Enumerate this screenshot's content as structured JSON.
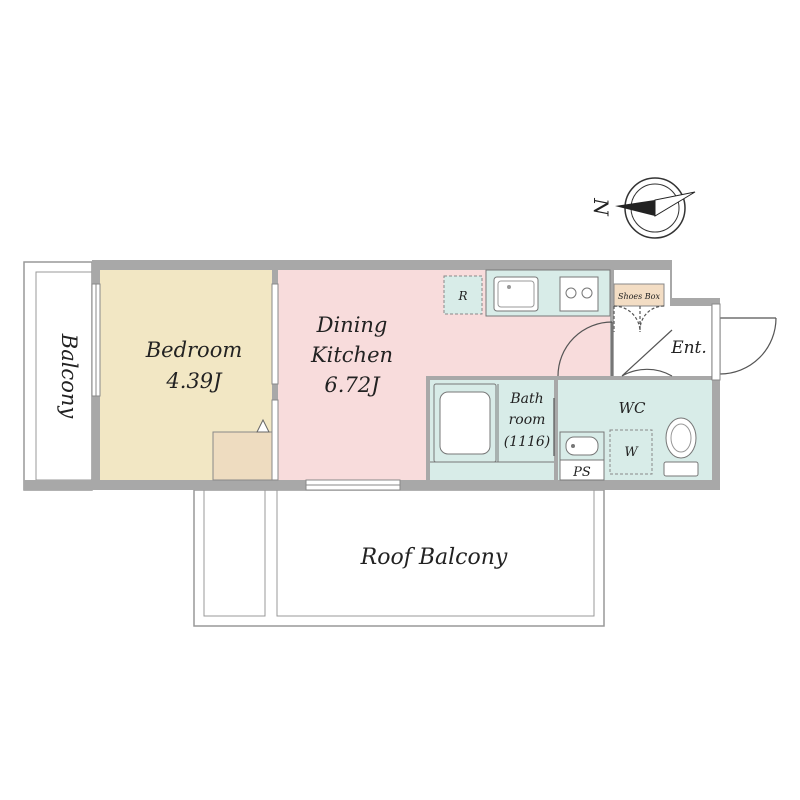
{
  "compass": {
    "label": "N"
  },
  "rooms": {
    "bedroom": {
      "name": "Bedroom",
      "size": "4.39J"
    },
    "dining_kitchen": {
      "line1": "Dining",
      "line2": "Kitchen",
      "size": "6.72J"
    },
    "bathroom": {
      "line1": "Bath",
      "line2": "room",
      "size": "(1116)"
    },
    "wc": {
      "name": "WC"
    },
    "entrance": {
      "name": "Ent."
    },
    "balcony": {
      "name": "Balcony"
    },
    "roof_balcony": {
      "name": "Roof Balcony"
    }
  },
  "fixtures": {
    "refrigerator": "R",
    "shoes_box": "Shoes Box",
    "pipe_space": "PS",
    "washer": "W"
  },
  "colors": {
    "bedroom": "#f2e7c4",
    "closet": "#eedcc0",
    "dining_kitchen": "#f8dcdc",
    "wet_area": "#d8ece8",
    "wall": "#a8a8a8",
    "shoes_box": "#f3ddc4"
  }
}
